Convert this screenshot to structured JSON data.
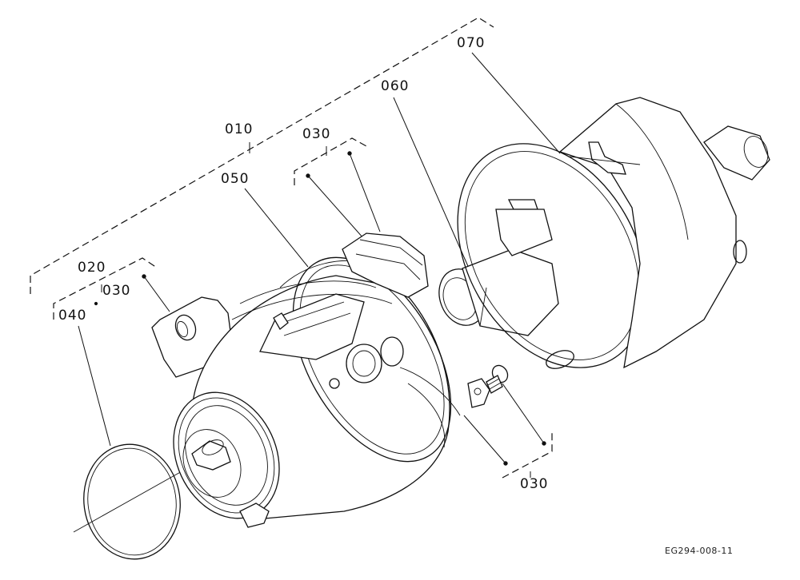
{
  "labels": {
    "l010": "010",
    "l020": "020",
    "l030_a": "030",
    "l030_b": "030",
    "l030_c": "030",
    "l040": "040",
    "l050": "050",
    "l060": "060",
    "l070": "070"
  },
  "drawing_code": "EG294-008-11"
}
